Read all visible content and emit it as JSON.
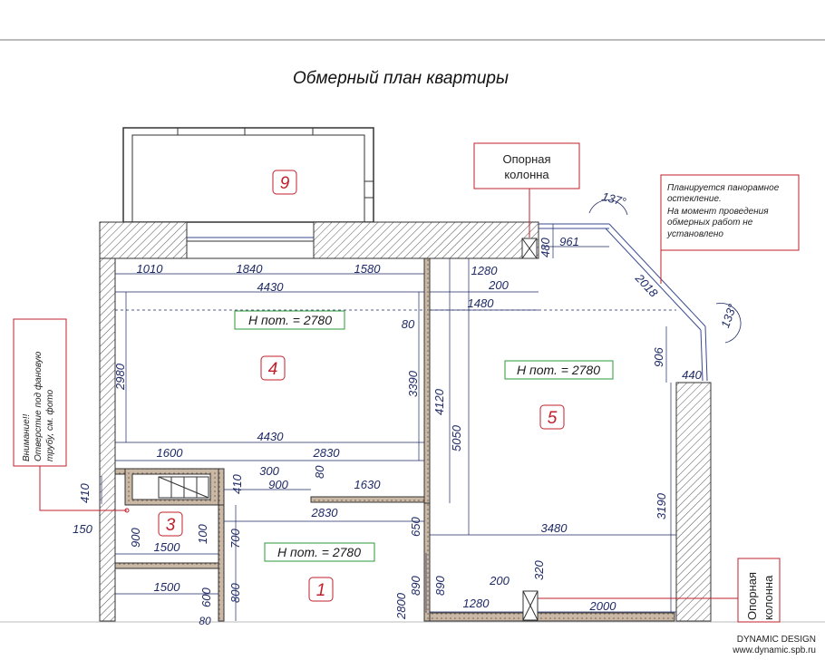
{
  "title": "Обмерный план квартиры",
  "callouts": {
    "column_top_l1": "Опорная",
    "column_top_l2": "колонна",
    "column_bot_l1": "Опорная",
    "column_bot_l2": "колонна",
    "glazing_l1": "Планируется панорамное",
    "glazing_l2": "остекление.",
    "glazing_l3": "На момент проведения",
    "glazing_l4": "обмерных работ не",
    "glazing_l5": "установлено",
    "warn_l1": "Внимание!!",
    "warn_l2": "Отверстие под фановую",
    "warn_l3": "трубу, см. фото"
  },
  "rooms": {
    "r9": "9",
    "r4": "4",
    "r5": "5",
    "r3": "3",
    "r1": "1"
  },
  "heights": {
    "h4": "Н пот. = 2780",
    "h5": "Н пот. = 2780",
    "h1": "Н пот. = 2780"
  },
  "dims": {
    "d1010": "1010",
    "d1840": "1840",
    "d1580": "1580",
    "d4430a": "4430",
    "d2980": "2980",
    "d80a": "80",
    "d3390": "3390",
    "d4430b": "4430",
    "d1600": "1600",
    "d2830a": "2830",
    "d410a": "410",
    "d300": "300",
    "d900a": "900",
    "d80b": "80",
    "d1630": "1630",
    "d410b": "410",
    "d2830b": "2830",
    "d150": "150",
    "d900b": "900",
    "d1500a": "1500",
    "d100": "100",
    "d700": "700",
    "d1500b": "1500",
    "d600": "600",
    "d800": "800",
    "d1280a": "1280",
    "d200a": "200",
    "d1480": "1480",
    "d480": "480",
    "d961": "961",
    "d137": "137°",
    "d2018": "2018",
    "d133": "133°",
    "d906": "906",
    "d440": "440",
    "d4120": "4120",
    "d5050": "5050",
    "d3190": "3190",
    "d3480": "3480",
    "d650": "650",
    "d890a": "890",
    "d890b": "890",
    "d2800": "2800",
    "d200b": "200",
    "d320": "320",
    "d1280b": "1280",
    "d2000": "2000",
    "d80c": "80"
  },
  "footer": {
    "company": "DYNAMIC DESIGN",
    "site": "www.dynamic.spb.ru"
  }
}
